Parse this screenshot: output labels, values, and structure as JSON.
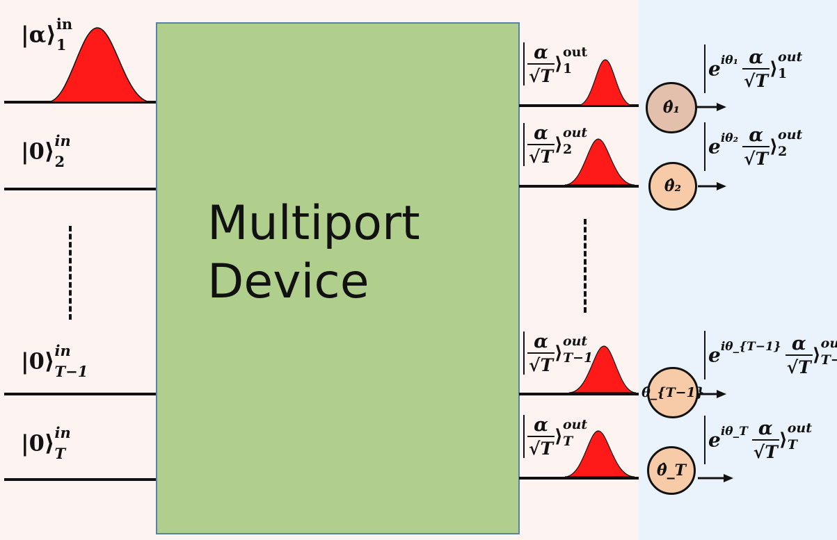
{
  "device": {
    "line1": "Multiport",
    "line2": "Device"
  },
  "inputs": [
    {
      "ket": "|α⟩",
      "sup": "in",
      "sub": "1"
    },
    {
      "ket": "|0⟩",
      "sup": "in",
      "sub": "2"
    },
    {
      "ket": "|0⟩",
      "sup": "in",
      "sub": "T−1"
    },
    {
      "ket": "|0⟩",
      "sup": "in",
      "sub": "T"
    }
  ],
  "outputs": [
    {
      "num": "α",
      "den_root": "√",
      "den_var": "T",
      "close": "⟩",
      "sup": "out",
      "sub": "1",
      "phase_exp": "iθ₁",
      "detector": "θ̂₁"
    },
    {
      "num": "α",
      "den_root": "√",
      "den_var": "T",
      "close": "⟩",
      "sup": "out",
      "sub": "2",
      "phase_exp": "iθ₂",
      "detector": "θ̂₂"
    },
    {
      "num": "α",
      "den_root": "√",
      "den_var": "T",
      "close": "⟩",
      "sup": "out",
      "sub": "T−1",
      "phase_exp": "iθ_{T−1}",
      "detector": "θ̂_{T−1}"
    },
    {
      "num": "α",
      "den_root": "√",
      "den_var": "T",
      "close": "⟩",
      "sup": "out",
      "sub": "T",
      "phase_exp": "iθ_T",
      "detector": "θ̂_T"
    }
  ],
  "phase_base": "e",
  "colors": {
    "left_bg": "#fdf4f1",
    "right_bg": "#eaf3fb",
    "device_fill": "#b0cf8c",
    "device_border": "#5b7fa6",
    "pulse": "#ff1a1a",
    "detector_first": "#e3c0ab",
    "detector": "#f7cba8"
  }
}
